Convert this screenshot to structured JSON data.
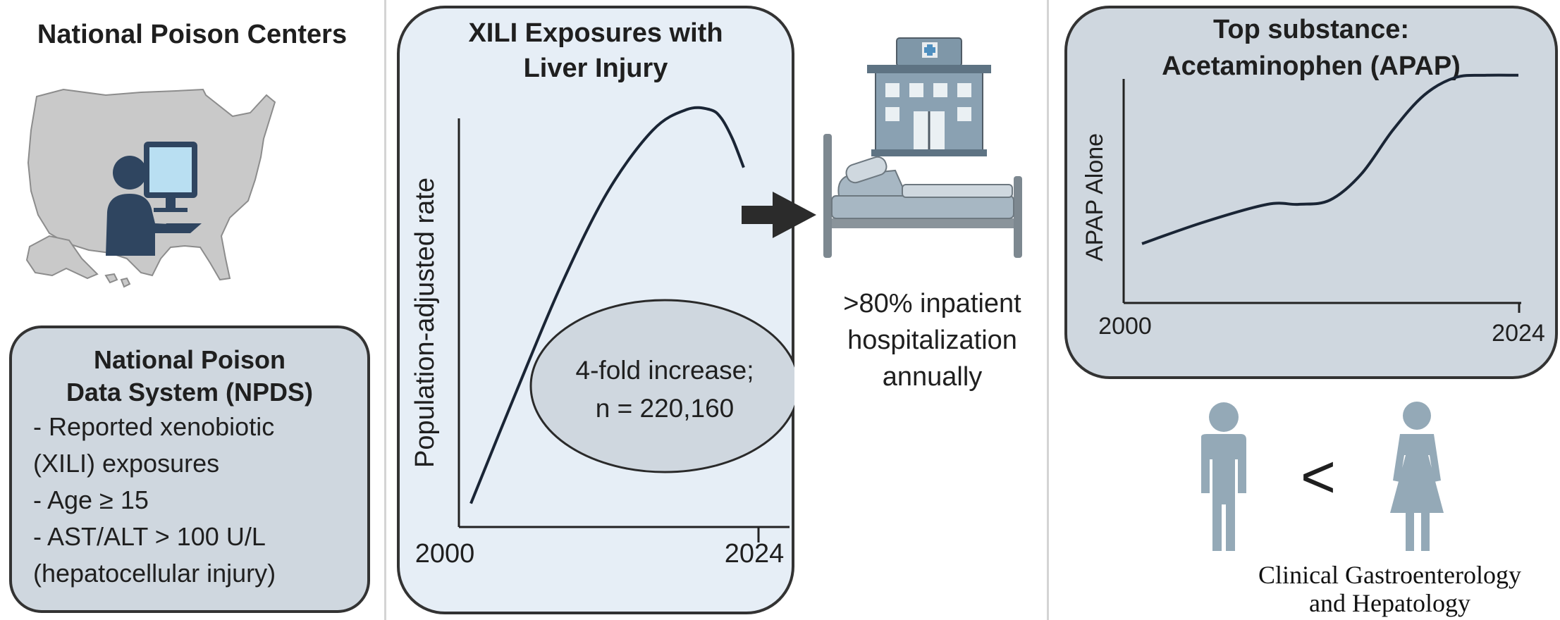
{
  "panel1": {
    "title": "National Poison Centers",
    "npds": {
      "title_line1": "National Poison",
      "title_line2": "Data System (NPDS)",
      "lines": [
        "- Reported xenobiotic",
        "(XILI) exposures",
        "- Age ≥ 15",
        "- AST/ALT > 100 U/L",
        "(hepatocellular injury)"
      ]
    }
  },
  "panel2": {
    "title_line1": "XILI Exposures with",
    "title_line2": "Liver Injury",
    "annotation_line1": "4-fold increase;",
    "annotation_line2": "n = 220,160"
  },
  "middle": {
    "hosp_line1": ">80% inpatient",
    "hosp_line2": "hospitalization",
    "hosp_line3": "annually"
  },
  "panel3": {
    "title_line1": "Top substance:",
    "title_line2": "Acetaminophen (APAP)",
    "comparison_symbol": "<"
  },
  "journal": {
    "line1": "Clinical Gastroenterology",
    "line2": "and Hepatology"
  },
  "icons": [
    "us-map-icon",
    "computer-user-icon",
    "hospital-building-icon",
    "hospital-bed-icon",
    "arrow-right-icon",
    "male-icon",
    "female-icon"
  ],
  "colors": {
    "panel_light": "#e6eef6",
    "panel_grey": "#cfd7df",
    "figure_navy": "#2f4560",
    "figure_grey": "#94a9b7",
    "curve": "#1a2535"
  },
  "chart_data": [
    {
      "type": "line",
      "ylabel": "Population-adjusted rate",
      "x_tick_labels": [
        "2000",
        "2024"
      ],
      "x": [
        2000,
        2004,
        2008,
        2012,
        2016,
        2019,
        2021,
        2022,
        2023,
        2024
      ],
      "values": [
        0.05,
        0.32,
        0.58,
        0.8,
        0.95,
        1.0,
        1.0,
        0.98,
        0.93,
        0.86
      ],
      "xlim": [
        2000,
        2024
      ],
      "ylim": [
        0,
        1.05
      ],
      "grid": false
    },
    {
      "type": "line",
      "ylabel": "APAP Alone",
      "x_tick_labels": [
        "2000",
        "2024"
      ],
      "x": [
        2000,
        2004,
        2008,
        2010,
        2012,
        2014,
        2016,
        2018,
        2020,
        2022,
        2024
      ],
      "values": [
        0.2,
        0.3,
        0.38,
        0.38,
        0.4,
        0.52,
        0.72,
        0.88,
        0.96,
        0.97,
        0.97
      ],
      "xlim": [
        2000,
        2024
      ],
      "ylim": [
        0,
        1.05
      ],
      "grid": false
    }
  ]
}
